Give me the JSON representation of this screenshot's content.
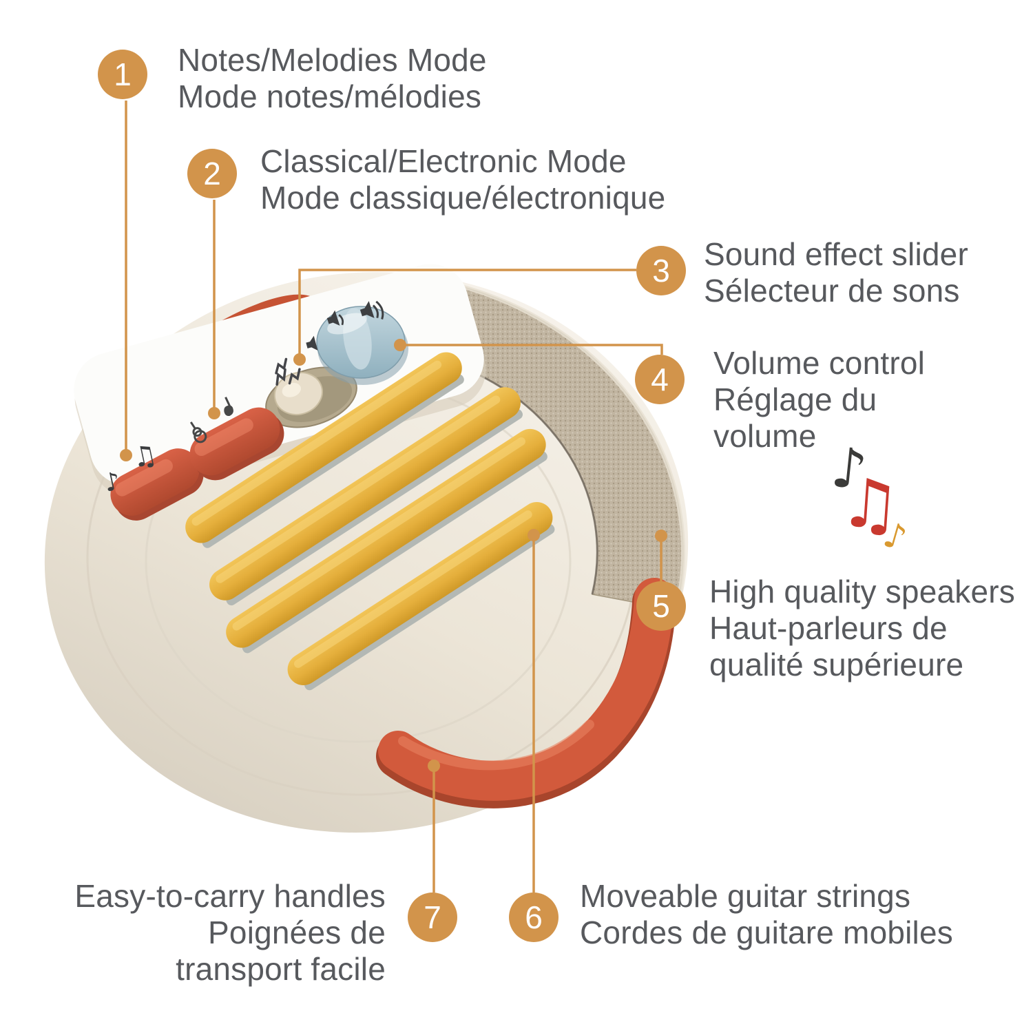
{
  "title": "Toy music player feature diagram (bilingual EN/FR)",
  "callouts": [
    {
      "number": "1",
      "lines": [
        "Notes/Melodies Mode",
        "Mode notes/mélodies"
      ]
    },
    {
      "number": "2",
      "lines": [
        "Classical/Electronic Mode",
        "Mode classique/électronique"
      ]
    },
    {
      "number": "3",
      "lines": [
        "Sound effect slider",
        "Sélecteur de sons"
      ]
    },
    {
      "number": "4",
      "lines": [
        "Volume control",
        "Réglage du",
        "volume"
      ]
    },
    {
      "number": "5",
      "lines": [
        "High quality speakers",
        "Haut-parleurs de",
        "qualité supérieure"
      ]
    },
    {
      "number": "6",
      "lines": [
        "Moveable guitar strings",
        "Cordes de guitare mobiles"
      ]
    },
    {
      "number": "7",
      "lines": [
        "Easy-to-carry handles",
        "Poignées de",
        "transport facile"
      ]
    }
  ],
  "decor": {
    "note_black": "♪",
    "note_red": "♫",
    "note_orange": "♪"
  },
  "icons": {
    "music_note_single": "♪",
    "music_note_double": "♫",
    "speaker_small": "speaker-low-icon",
    "speaker_medium": "speaker-mid-icon",
    "speaker_large": "speaker-high-icon",
    "sound_effect": "sound-effect-burst-icon",
    "classical_guitar": "classical-guitar-icon",
    "electric_guitar": "electric-guitar-icon"
  },
  "colors": {
    "accent_orange": "#d2944b",
    "caption_text": "#57595d",
    "body_cream": "#ece5d7",
    "handle_red": "#cd5639",
    "button_red": "#c9523a",
    "string_yellow": "#e5af3c",
    "knob_blue": "#a9c6d2",
    "grille_tan": "#c1b5a1",
    "note_black": "#3b3b39",
    "note_red": "#c9392f",
    "note_orange": "#d9992f"
  }
}
